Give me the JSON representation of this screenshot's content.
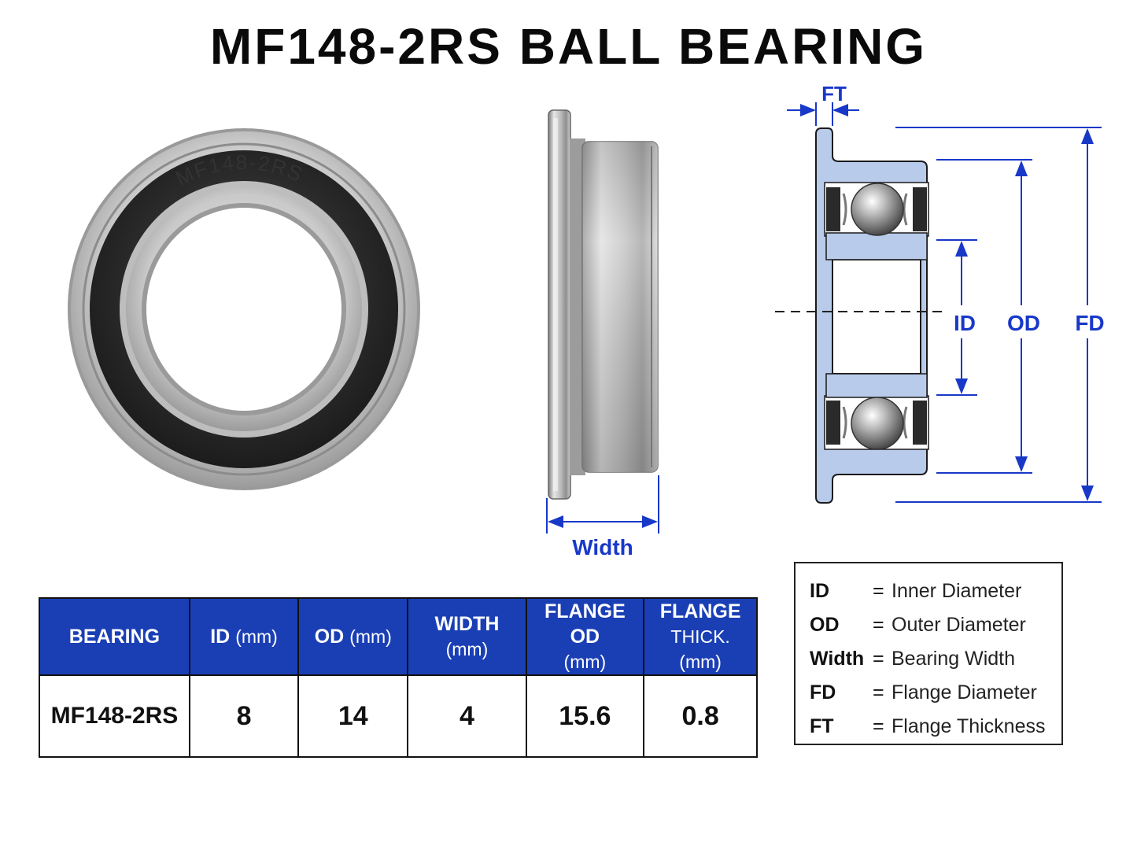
{
  "title": "MF148-2RS BALL BEARING",
  "photo_front": {
    "stamp": "MF148-2RS"
  },
  "side_view": {
    "width_label": "Width"
  },
  "cross_section": {
    "ft_label": "FT",
    "id_label": "ID",
    "od_label": "OD",
    "fd_label": "FD"
  },
  "table": {
    "headers": [
      {
        "main": "BEARING",
        "unit": ""
      },
      {
        "main": "ID",
        "unit": "(mm)"
      },
      {
        "main": "OD",
        "unit": "(mm)"
      },
      {
        "main": "WIDTH",
        "unit": "(mm)"
      },
      {
        "main": "FLANGE OD",
        "unit": "(mm)"
      },
      {
        "main": "FLANGE",
        "unit": "THICK. (mm)"
      }
    ],
    "row": [
      "MF148-2RS",
      "8",
      "14",
      "4",
      "15.6",
      "0.8"
    ]
  },
  "legend": [
    {
      "abbr": "ID",
      "eq": "=",
      "def": "Inner Diameter"
    },
    {
      "abbr": "OD",
      "eq": "=",
      "def": "Outer Diameter"
    },
    {
      "abbr": "Width",
      "eq": "=",
      "def": "Bearing Width"
    },
    {
      "abbr": "FD",
      "eq": "=",
      "def": "Flange Diameter"
    },
    {
      "abbr": "FT",
      "eq": "=",
      "def": "Flange Thickness"
    }
  ],
  "colors": {
    "accent_blue": "#1838c8",
    "header_blue": "#1a3fb5",
    "section_fill": "#b9cbea"
  }
}
